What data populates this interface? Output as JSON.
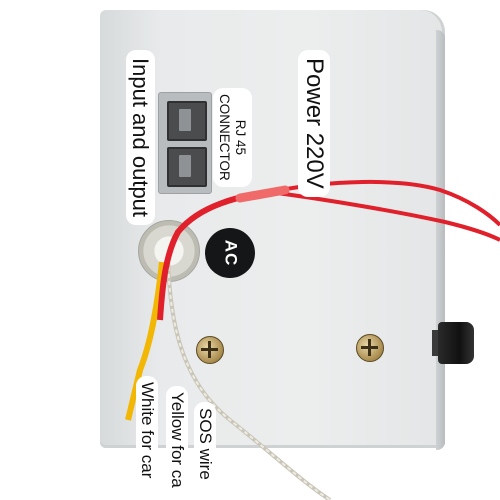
{
  "labels": {
    "power": "Power 220V",
    "rj45_line1": "RJ 45",
    "rj45_line2": "CONNECTOR",
    "input_output": "Input and output",
    "ac_badge": "AC",
    "sos_wire": "SOS wire",
    "yellow_wire": "Yellow for ca",
    "white_wire": "White for car"
  },
  "colors": {
    "enclosure": "#eceeee",
    "red_wire": "#e0202a",
    "yellow_wire": "#f2b705",
    "white_wire": "#d8d4c8",
    "badge": "#151617"
  },
  "icons": {
    "screw": "screw-icon",
    "knob": "knob-icon",
    "rj45": "rj45-port-icon"
  }
}
